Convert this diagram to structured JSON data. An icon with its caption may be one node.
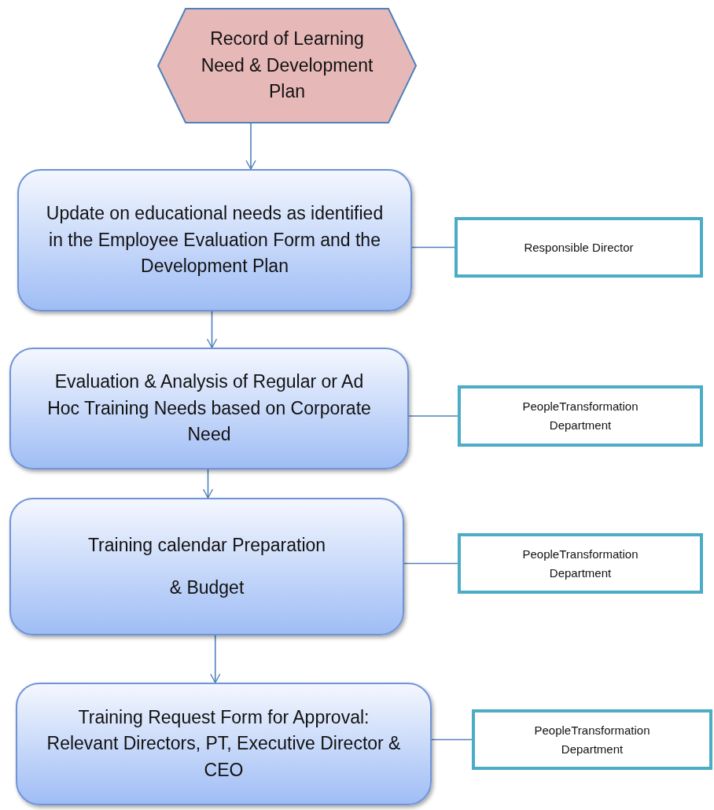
{
  "diagram": {
    "nodes": [
      {
        "text": [
          "Record of Learning Need & Development Plan"
        ]
      },
      {
        "text": [
          "Update on educational needs as identified in the Employee Evaluation Form and the Development Plan"
        ]
      },
      {
        "text": [
          "Responsible Director"
        ]
      },
      {
        "text": [
          "Evaluation & Analysis of Regular or Ad Hoc Training Needs based on Corporate Need"
        ]
      },
      {
        "text": [
          "PeopleTransformation Department"
        ]
      },
      {
        "text": [
          "Training calendar Preparation",
          "& Budget"
        ]
      },
      {
        "text": [
          "PeopleTransformation Department"
        ]
      },
      {
        "text": [
          "Training Request Form for Approval: Relevant Directors, PT, Executive Director & CEO"
        ]
      },
      {
        "text": [
          "PeopleTransformation Department"
        ]
      }
    ],
    "edges": [
      {
        "from": 0,
        "to": 1,
        "arrow": "to"
      },
      {
        "from": 1,
        "to": 2,
        "arrow": "none"
      },
      {
        "from": 1,
        "to": 3,
        "arrow": "to"
      },
      {
        "from": 3,
        "to": 4,
        "arrow": "none"
      },
      {
        "from": 3,
        "to": 5,
        "arrow": "to"
      },
      {
        "from": 5,
        "to": 6,
        "arrow": "none"
      },
      {
        "from": 5,
        "to": 7,
        "arrow": "to"
      },
      {
        "from": 7,
        "to": 8,
        "arrow": "none"
      }
    ]
  }
}
